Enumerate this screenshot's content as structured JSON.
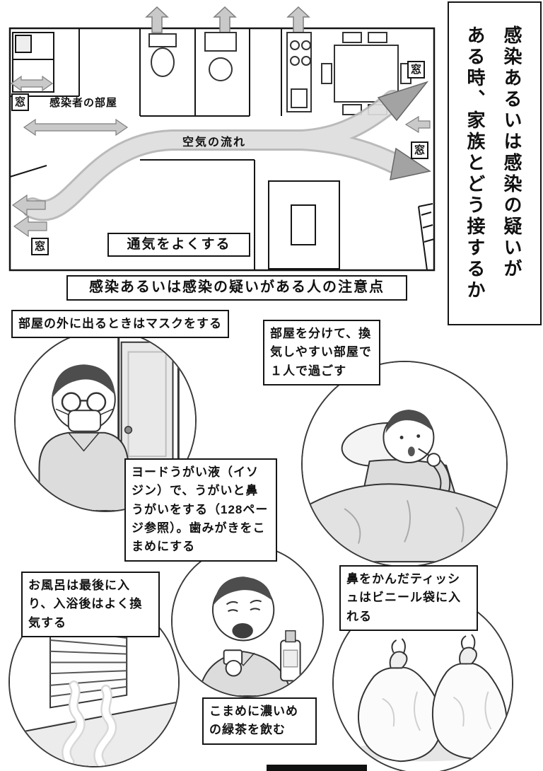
{
  "floorplan": {
    "room_label": "感染者の部屋",
    "airflow_label": "空気の流れ",
    "ventilation_label": "通気をよくする",
    "window_label": "窓"
  },
  "side_title": {
    "line1": "感染あるいは感染の疑いが",
    "line2": "ある時、家族とどう接するか"
  },
  "heading": "感染あるいは感染の疑いがある人の注意点",
  "tips": {
    "mask": "部屋の外に出るときはマスクをする",
    "separate_room": "部屋を分けて、換気しやすい部屋で１人で過ごす",
    "gargle": "ヨードうがい液（イソジン）で、うがいと鼻うがいをする（128ページ参照）。歯みがきをこまめにする",
    "bath": "お風呂は最後に入り、入浴後はよく換気する",
    "tissue": "鼻をかんだティッシュはビニール袋に入れる",
    "green_tea": "こまめに濃いめの緑茶を飲む"
  },
  "colors": {
    "ink": "#151515",
    "arrow_light": "#c9c9c9",
    "arrow_dark": "#a3a3a3",
    "band": "#dedede"
  }
}
